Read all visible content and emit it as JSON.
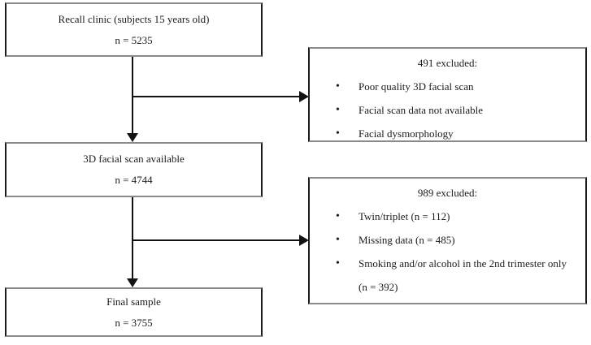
{
  "diagram": {
    "bullet_glyph": "•",
    "flow_boxes": [
      {
        "title": "Recall clinic (subjects 15 years old)",
        "count": "n = 5235"
      },
      {
        "title": "3D facial scan available",
        "count": "n = 4744"
      },
      {
        "title": "Final sample",
        "count": "n = 3755"
      }
    ],
    "exclusion_boxes": [
      {
        "title": "491 excluded:",
        "items": [
          "Poor quality 3D facial scan",
          "Facial scan data not available",
          "Facial dysmorphology"
        ]
      },
      {
        "title": "989 excluded:",
        "items": [
          "Twin/triplet (n = 112)",
          "Missing data (n = 485)",
          "Smoking and/or alcohol in the 2nd trimester only (n = 392)"
        ]
      }
    ],
    "colors": {
      "background": "#ffffff",
      "text": "#1c1c1c",
      "line": "#121212",
      "border_side": "#1c1c1c",
      "border_horizontal": "#8a8a8a"
    }
  }
}
